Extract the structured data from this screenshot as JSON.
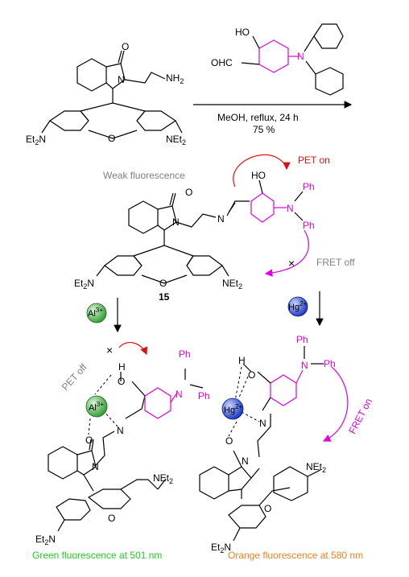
{
  "colors": {
    "bond": "#000000",
    "magenta": "#e000e0",
    "red": "#e01010",
    "gray_text": "#808080",
    "green_text": "#22cc22",
    "orange_text": "#f08020",
    "al_ball": "#49b649",
    "hg_ball": "#3355dd"
  },
  "step1": {
    "conditions": "MeOH, reflux, 24 h",
    "yield": "75 %"
  },
  "labels": {
    "oxo": "O",
    "oh_top": "HO",
    "cho": "OHC",
    "ho_15": "HO",
    "nh2": "NH",
    "sub2": "2",
    "n": "N",
    "o": "O",
    "h": "H",
    "ph": "Ph",
    "et2n": "Et",
    "net2": "NEt",
    "compound_number": "15"
  },
  "annotations": {
    "weak": "Weak fluorescence",
    "pet_on": "PET on",
    "fret_off": "FRET off",
    "pet_off": "PET off",
    "fret_on": "FRET on",
    "green_result": "Green fluorescence at 501 nm",
    "orange_result": "Orange fluorescence at 580 nm",
    "cross": "×"
  },
  "ions": {
    "al": "Al",
    "al_charge": "3+",
    "hg": "Hg",
    "hg_charge": "2+"
  }
}
